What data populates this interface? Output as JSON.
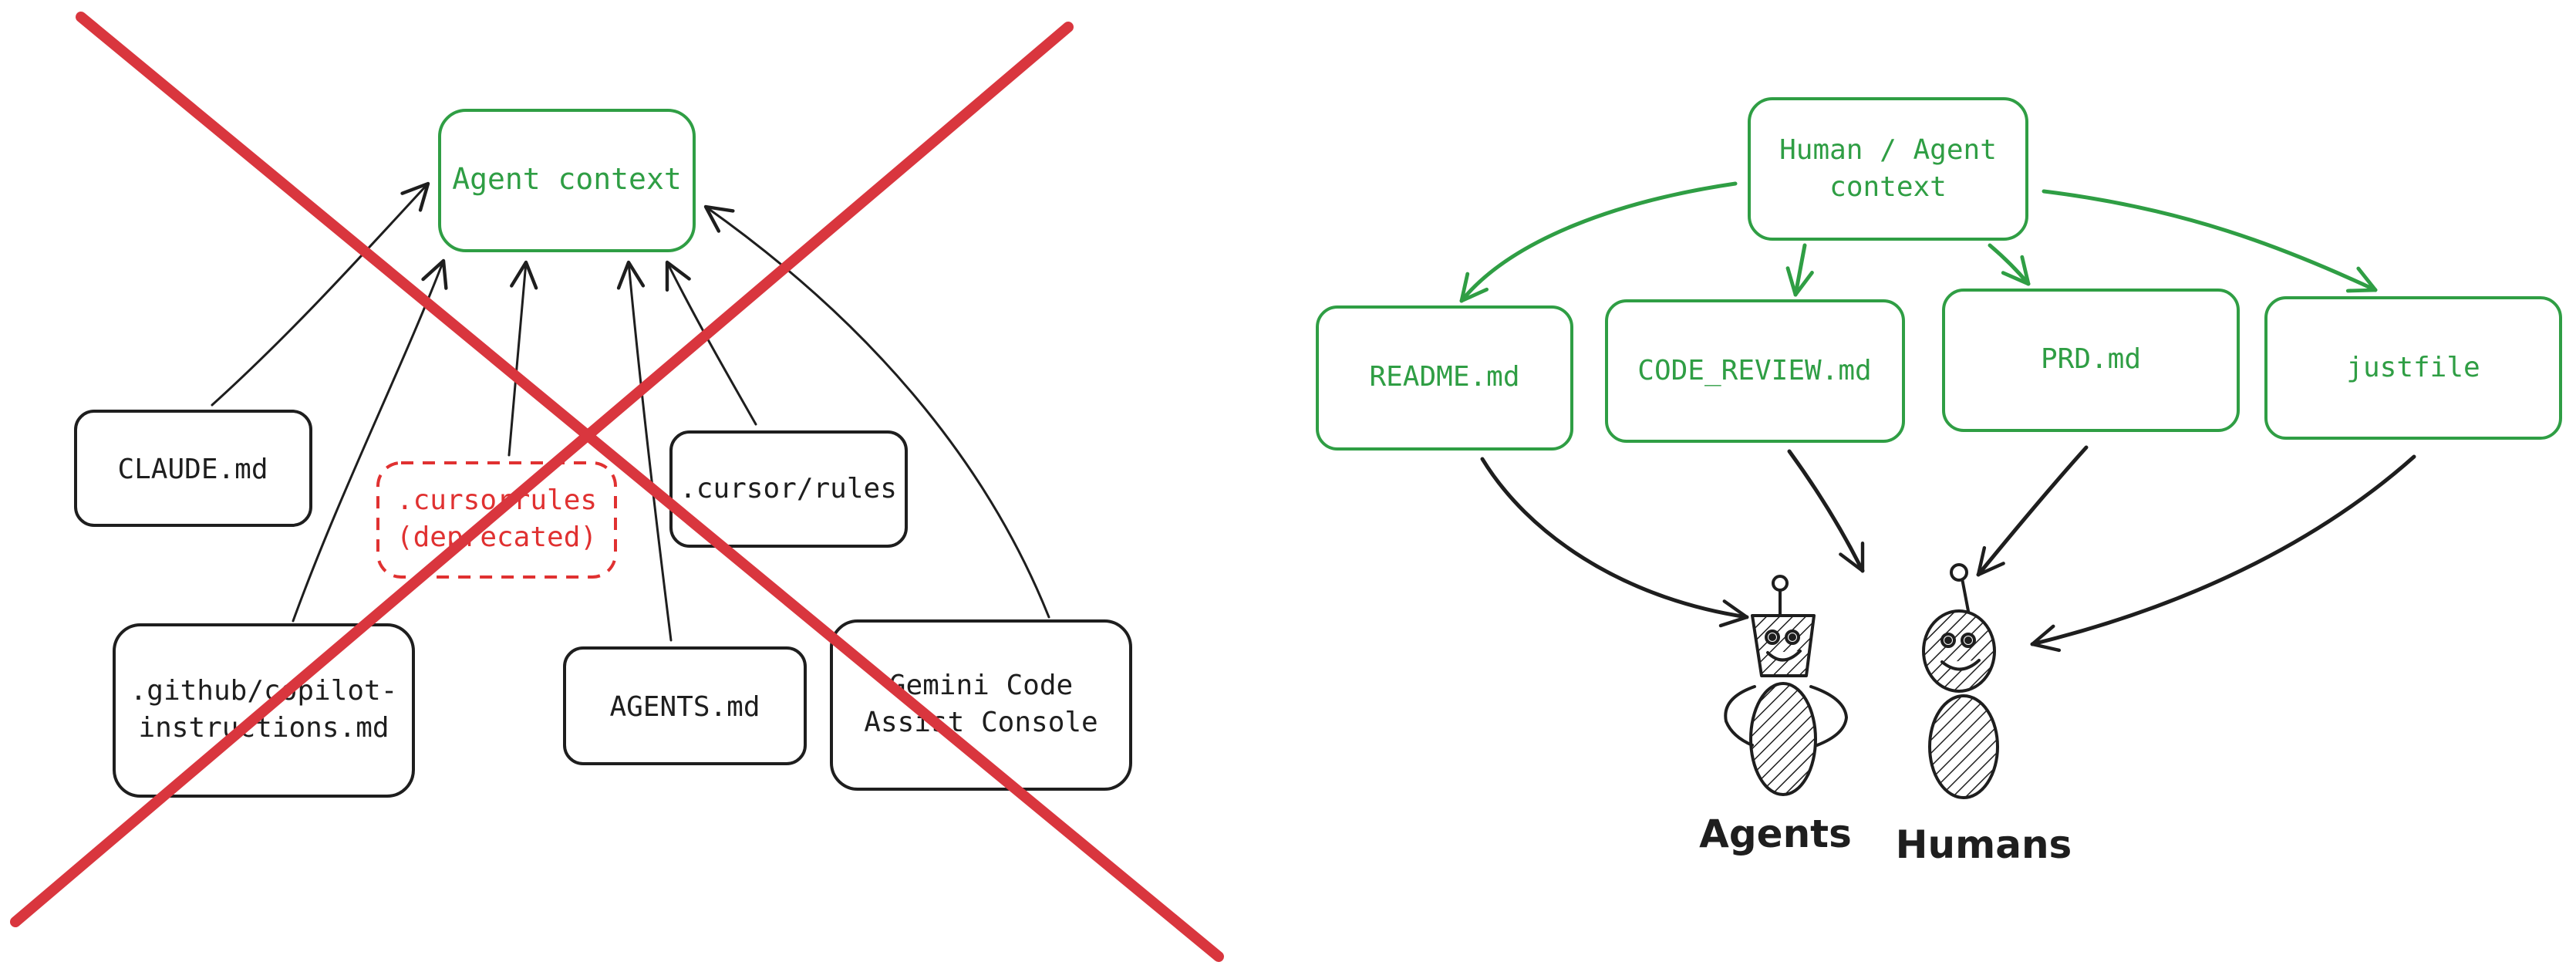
{
  "colors": {
    "ink": "#1e1e1e",
    "green": "#2f9e44",
    "red": "#e03131",
    "cross": "#d9363e"
  },
  "left": {
    "agent_context": "Agent context",
    "claude": "CLAUDE.md",
    "cursorrules_line1": ".cursorrules",
    "cursorrules_line2": "(deprecated)",
    "cursor_rules": ".cursor/rules",
    "copilot_line1": ".github/copilot-",
    "copilot_line2": "instructions.md",
    "agents": "AGENTS.md",
    "gemini_line1": "Gemini Code",
    "gemini_line2": "Assist Console"
  },
  "right": {
    "context_line1": "Human / Agent",
    "context_line2": "context",
    "readme": "README.md",
    "code_review": "CODE_REVIEW.md",
    "prd": "PRD.md",
    "justfile": "justfile",
    "agents_label": "Agents",
    "humans_label": "Humans"
  }
}
